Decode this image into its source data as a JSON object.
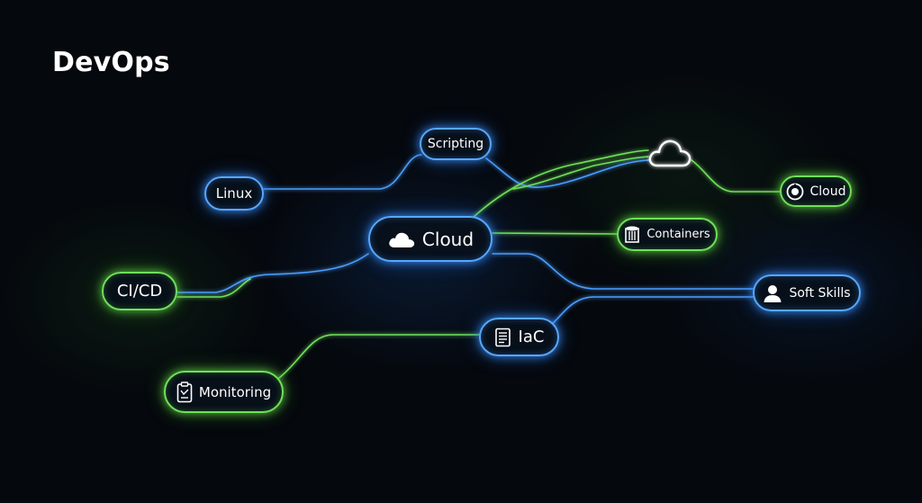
{
  "title": "DevOps",
  "colors": {
    "blue_accent": "#58a8ff",
    "green_accent": "#6fe05a",
    "background": "#05080d",
    "text": "#ffffff"
  },
  "nodes": {
    "scripting": {
      "label": "Scripting",
      "color": "blue"
    },
    "linux": {
      "label": "Linux",
      "color": "blue"
    },
    "cloud_main": {
      "label": "Cloud",
      "color": "blue",
      "icon": "cloud-icon"
    },
    "cicd": {
      "label": "CI/CD",
      "color": "green"
    },
    "iac": {
      "label": "IaC",
      "color": "blue",
      "icon": "document-icon"
    },
    "monitoring": {
      "label": "Monitoring",
      "color": "green",
      "icon": "clipboard-icon"
    },
    "cloud_right": {
      "label": "Cloud",
      "color": "green",
      "icon": "cloud-provider-icon"
    },
    "containers": {
      "label": "Containers",
      "color": "green",
      "icon": "container-icon"
    },
    "soft_skills": {
      "label": "Soft Skills",
      "color": "blue",
      "icon": "person-icon"
    }
  },
  "standalone_icons": [
    "cloud-icon"
  ]
}
